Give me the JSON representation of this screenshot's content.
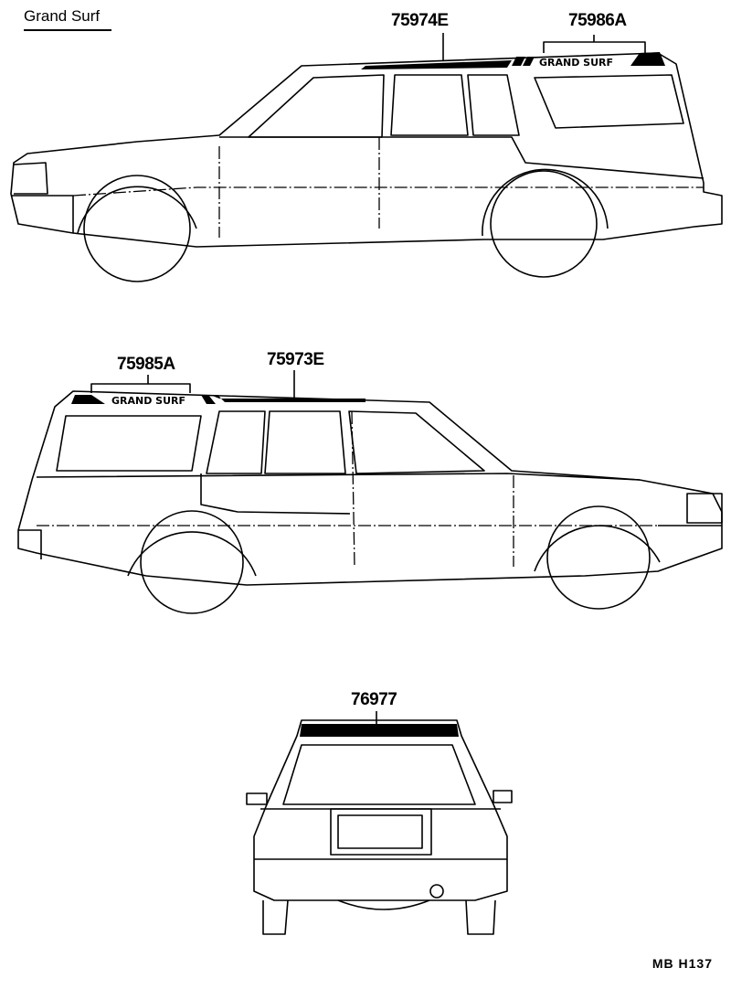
{
  "title": "Grand Surf",
  "callouts": {
    "side_right_stripe": "75974E",
    "side_right_emblem": "75986A",
    "side_left_emblem": "75985A",
    "side_left_stripe": "75973E",
    "rear_stripe": "76977"
  },
  "decal_text": "GRAND SURF",
  "drawing_code": "MB  H137"
}
